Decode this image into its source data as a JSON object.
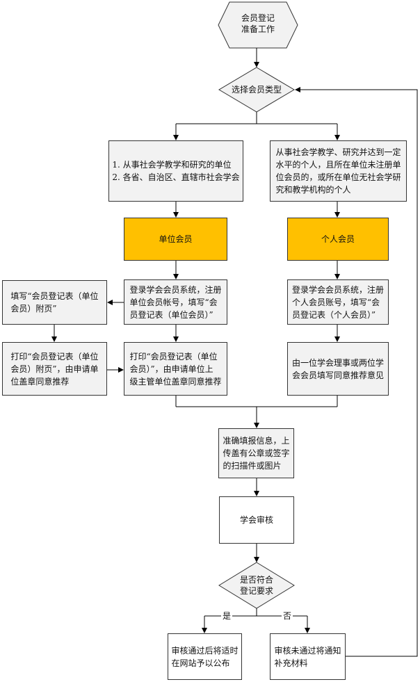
{
  "start": {
    "lines": [
      "会员登记",
      "准备工作"
    ]
  },
  "choose": {
    "label": "选择会员类型"
  },
  "unit_criteria": {
    "lines": [
      "1. 从事社会学教学和研究的单位",
      "2. 各省、自治区、直辖市社会学会"
    ]
  },
  "individual_criteria": {
    "lines": [
      "从事社会学教学、研究并达到一定",
      "水平的个人，且所在单位未注册单",
      "位会员的，或所在单位无社会学研",
      "究和教学机构的个人"
    ]
  },
  "unit_member": {
    "label": "单位会员"
  },
  "individual_member": {
    "label": "个人会员"
  },
  "unit_register": {
    "lines": [
      "登录学会会员系统，注册",
      "单位会员帐号，填写“会",
      "员登记表（单位会员）”"
    ]
  },
  "individual_register": {
    "lines": [
      "登录学会会员系统，注册",
      "个人会员账号，填写“会",
      "员登记表（个人会员）”"
    ]
  },
  "fill_appendix": {
    "lines": [
      "填写“会员登记表（单位",
      "会员）附页”"
    ]
  },
  "print_appendix": {
    "lines": [
      "打印“会员登记表（单位",
      "会员）附页”，由申请单",
      "位盖章同意推荐"
    ]
  },
  "print_unit": {
    "lines": [
      "打印“会员登记表（单位",
      "会员）”，由申请单位上",
      "级主管单位盖章同意推荐"
    ]
  },
  "recommend": {
    "lines": [
      "由一位学会理事或两位学",
      "会会员填写同意推荐意见"
    ]
  },
  "upload": {
    "lines": [
      "准确填报信息，上",
      "传盖有公章或签字",
      "的扫描件或图片"
    ]
  },
  "review": {
    "label": "学会审核"
  },
  "decision": {
    "lines": [
      "是否符合",
      "登记要求"
    ]
  },
  "yes_label": "是",
  "no_label": "否",
  "pass": {
    "lines": [
      "审核通过后将适时",
      "在网站予以公布"
    ]
  },
  "fail": {
    "lines": [
      "审核未通过将通知",
      "补充材料"
    ]
  },
  "colors": {
    "member_fill": "#ffc000",
    "box_fill": "#f2f2f2",
    "line": "#000000"
  }
}
